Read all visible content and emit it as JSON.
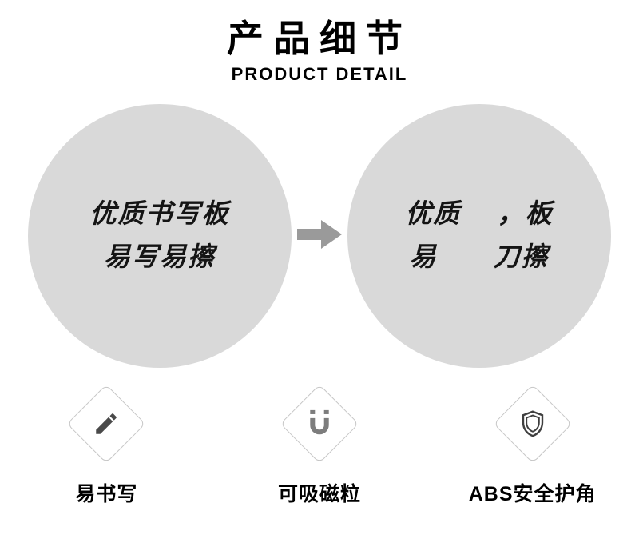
{
  "header": {
    "title": "产品细节",
    "subtitle": "PRODUCT DETAIL"
  },
  "comparison": {
    "before": {
      "line1": "优质书写板",
      "line2": "易写易擦"
    },
    "after": {
      "line1": "优质　 ，板",
      "line2": "易　　刀擦"
    }
  },
  "features": [
    {
      "icon": "pencil-icon",
      "label": "易书写"
    },
    {
      "icon": "magnet-icon",
      "label": "可吸磁粒"
    },
    {
      "icon": "shield-icon",
      "label": "ABS安全护角"
    }
  ],
  "colors": {
    "circle_fill": "#d9d9d9",
    "arrow": "#9a9a9a",
    "icon_gray": "#7d7d7d",
    "icon_dark": "#4a4a4a",
    "text": "#111111"
  }
}
